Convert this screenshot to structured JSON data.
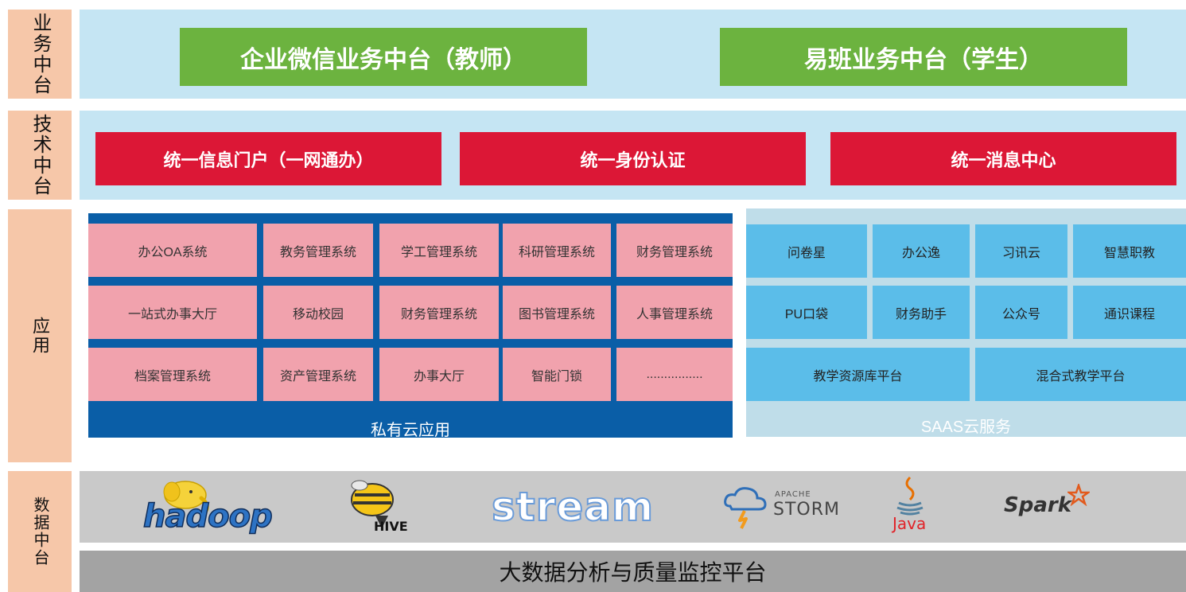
{
  "sidebar": {
    "business": "业务中台",
    "tech": "技术中台",
    "app": "应用",
    "data": "数据中台"
  },
  "business_platform": {
    "left": "企业微信业务中台（教师）",
    "right": "易班业务中台（学生）"
  },
  "tech_platform": {
    "items": [
      "统一信息门户（一网通办）",
      "统一身份认证",
      "统一消息中心"
    ]
  },
  "private_cloud": {
    "label": "私有云应用",
    "rows": [
      [
        "办公OA系统",
        "教务管理系统",
        "学工管理系统",
        "科研管理系统",
        "财务管理系统"
      ],
      [
        "一站式办事大厅",
        "移动校园",
        "财务管理系统",
        "图书管理系统",
        "人事管理系统"
      ],
      [
        "档案管理系统",
        "资产管理系统",
        "办事大厅",
        "智能门锁",
        "................"
      ]
    ]
  },
  "saas": {
    "label": "SAAS云服务",
    "rows": [
      [
        "问卷星",
        "办公逸",
        "习讯云",
        "智慧职教"
      ],
      [
        "PU口袋",
        "财务助手",
        "公众号",
        "通识课程"
      ],
      [
        "教学资源库平台",
        "混合式教学平台"
      ]
    ]
  },
  "data_platform": {
    "logos": {
      "hadoop": "hadoop",
      "hive": "HIVE",
      "stream": "stream",
      "storm_small": "APACHE",
      "storm": "STORM",
      "java": "Java",
      "spark": "Spark"
    },
    "bottom": "大数据分析与质量监控平台"
  },
  "colors": {
    "green": "#6cb33f",
    "red": "#dc1736",
    "pink": "#f1a2ad",
    "navy": "#0a5ea7",
    "cyan": "#5bbde9",
    "side": "#f6c7a9"
  }
}
